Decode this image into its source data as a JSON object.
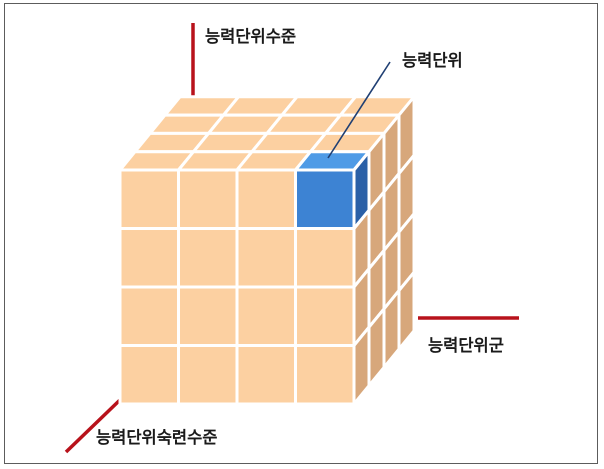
{
  "labels": {
    "vertical_axis": "능력단위수준",
    "unit": "능력단위",
    "right_axis": "능력단위군",
    "diagonal_axis": "능력단위숙련수준"
  },
  "grid": {
    "rows": 4,
    "cols": 4,
    "depth": 4
  },
  "highlight": {
    "row": 0,
    "col": 3
  },
  "colors": {
    "cube_front": "#fcd0a1",
    "cube_top": "#fcd0a1",
    "cube_side": "#d7a77b",
    "grid_line": "#ffffff",
    "highlight_front": "#3d83d3",
    "highlight_top": "#4f9be6",
    "highlight_side": "#2a60a7",
    "axis_line": "#b8121b",
    "pointer_line": "#1f3f73"
  }
}
